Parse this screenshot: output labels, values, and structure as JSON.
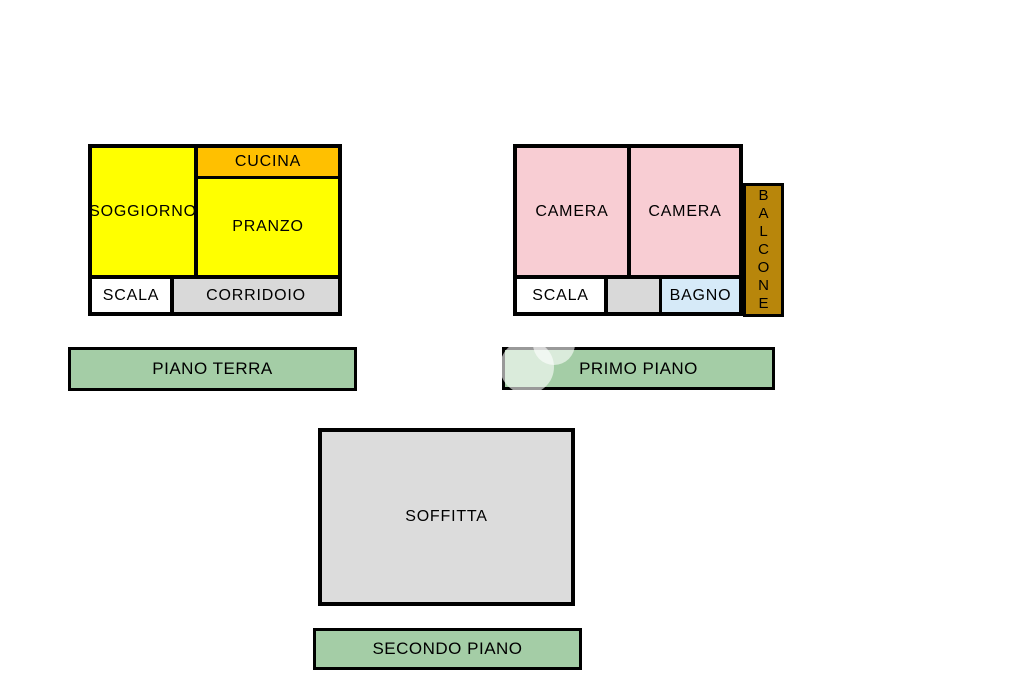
{
  "ground_floor": {
    "rooms": {
      "soggiorno": "SOGGIORNO",
      "cucina": "CUCINA",
      "pranzo": "PRANZO",
      "scala": "SCALA",
      "corridoio": "CORRIDOIO"
    },
    "caption": "PIANO TERRA"
  },
  "first_floor": {
    "rooms": {
      "camera_left": "CAMERA",
      "camera_right": "CAMERA",
      "scala": "SCALA",
      "bagno": "BAGNO",
      "balcone": "BALCONE"
    },
    "caption": "PRIMO PIANO"
  },
  "second_floor": {
    "rooms": {
      "soffitta": "SOFFITTA"
    },
    "caption": "SECONDO PIANO"
  },
  "colors": {
    "room_yellow": "#FFFF00",
    "room_orange": "#FFC000",
    "room_pink": "#F8CDD3",
    "room_light_blue": "#D6EAF8",
    "balcony_brown": "#B8860B",
    "room_gray": "#D9D9D9",
    "attic_gray": "#DCDCDC",
    "caption_green": "#A4CDA6",
    "wall_black": "#000000",
    "background_white": "#FFFFFF"
  }
}
